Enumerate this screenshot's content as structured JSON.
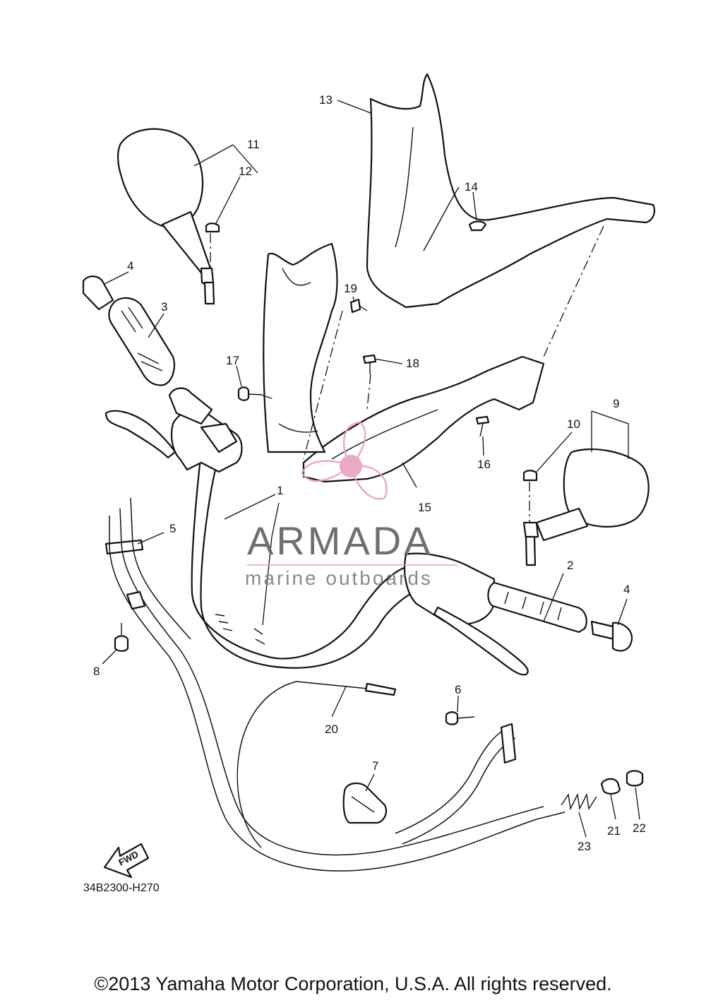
{
  "callouts": {
    "c1": "1",
    "c2": "2",
    "c3": "3",
    "c4a": "4",
    "c4b": "4",
    "c5": "5",
    "c6": "6",
    "c7": "7",
    "c8": "8",
    "c9": "9",
    "c10": "10",
    "c11": "11",
    "c12": "12",
    "c13": "13",
    "c14": "14",
    "c15": "15",
    "c16": "16",
    "c17": "17",
    "c18": "18",
    "c19": "19",
    "c20": "20",
    "c21": "21",
    "c22": "22",
    "c23": "23"
  },
  "direction_label": "FWD",
  "diagram_code": "34B2300-H270",
  "watermark": {
    "brand": "ARMADA",
    "tagline": "marine outboards",
    "color": "#e8a0c0"
  },
  "copyright": "©2013 Yamaha Motor Corporation, U.S.A. All rights reserved."
}
